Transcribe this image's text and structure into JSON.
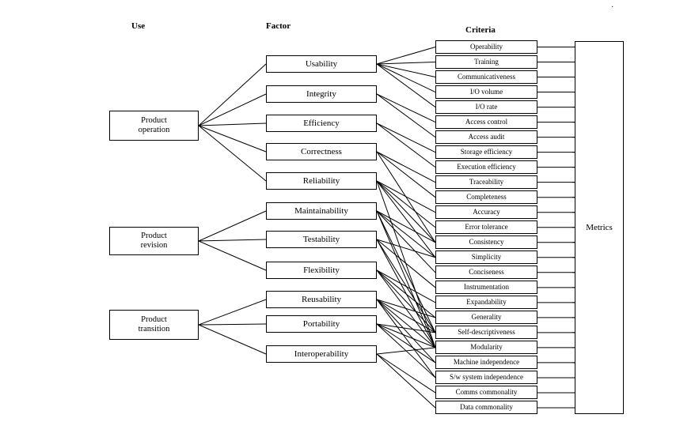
{
  "headers": {
    "use": "Use",
    "factor": "Factor",
    "criteria": "Criteria"
  },
  "uses": [
    {
      "id": "op",
      "label": "Product\noperation"
    },
    {
      "id": "rev",
      "label": "Product\nrevision"
    },
    {
      "id": "tr",
      "label": "Product\ntransition"
    }
  ],
  "factors": [
    {
      "id": "usability",
      "label": "Usability",
      "use": "op"
    },
    {
      "id": "integrity",
      "label": "Integrity",
      "use": "op"
    },
    {
      "id": "efficiency",
      "label": "Efficiency",
      "use": "op"
    },
    {
      "id": "correctness",
      "label": "Correctness",
      "use": "op"
    },
    {
      "id": "reliability",
      "label": "Reliability",
      "use": "op"
    },
    {
      "id": "maintainability",
      "label": "Maintainability",
      "use": "rev"
    },
    {
      "id": "testability",
      "label": "Testability",
      "use": "rev"
    },
    {
      "id": "flexibility",
      "label": "Flexibility",
      "use": "rev"
    },
    {
      "id": "reusability",
      "label": "Reusability",
      "use": "tr"
    },
    {
      "id": "portability",
      "label": "Portability",
      "use": "tr"
    },
    {
      "id": "interoperability",
      "label": "Interoperability",
      "use": "tr"
    }
  ],
  "criteria": [
    "Operability",
    "Training",
    "Communicativeness",
    "I/O volume",
    "I/O rate",
    "Access control",
    "Access audit",
    "Storage efficiency",
    "Execution efficiency",
    "Traceability",
    "Completeness",
    "Accuracy",
    "Error tolerance",
    "Consistency",
    "Simplicity",
    "Conciseness",
    "Instrumentation",
    "Expandability",
    "Generality",
    "Self-descriptiveness",
    "Modularity",
    "Machine independence",
    "S/w system independence",
    "Comms commonality",
    "Data commonality"
  ],
  "links": {
    "usability": [
      0,
      1,
      2,
      3,
      4
    ],
    "integrity": [
      5,
      6
    ],
    "efficiency": [
      7,
      8
    ],
    "correctness": [
      9,
      10,
      13
    ],
    "reliability": [
      11,
      12,
      13,
      14,
      20
    ],
    "maintainability": [
      13,
      14,
      15,
      19,
      20
    ],
    "testability": [
      14,
      16,
      19,
      20
    ],
    "flexibility": [
      17,
      18,
      19,
      20
    ],
    "reusability": [
      18,
      19,
      20,
      21,
      22
    ],
    "portability": [
      19,
      20,
      21,
      22
    ],
    "interoperability": [
      20,
      23,
      24
    ]
  },
  "metrics": "Metrics"
}
